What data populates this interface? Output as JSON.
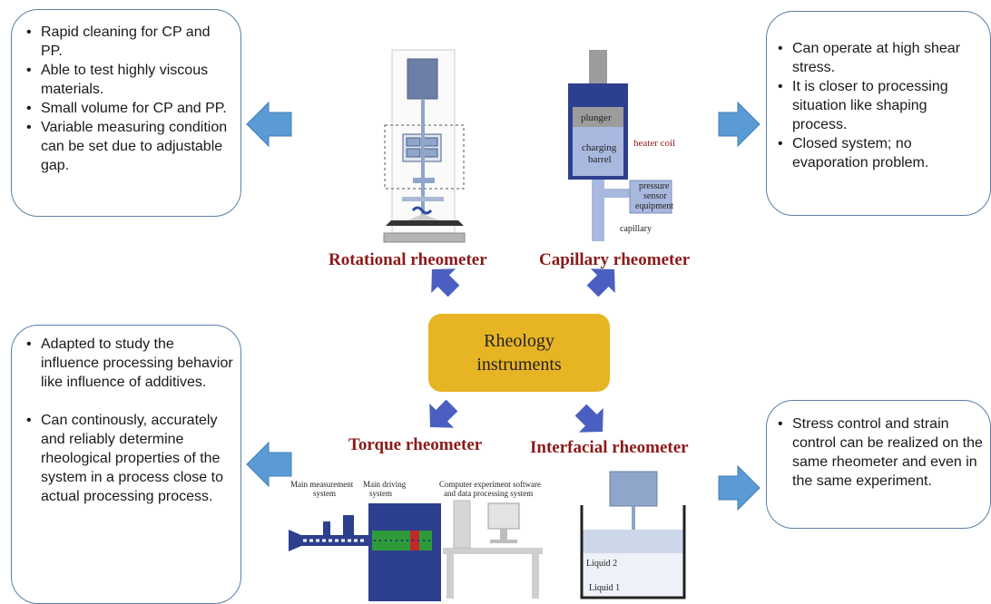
{
  "center": {
    "line1": "Rheology",
    "line2": "instruments"
  },
  "instruments": {
    "rotational": "Rotational rheometer",
    "capillary": "Capillary rheometer",
    "torque": "Torque rheometer",
    "interfacial": "Interfacial rheometer"
  },
  "boxes": {
    "top_left": [
      "Rapid cleaning for CP and PP.",
      "Able to test highly viscous materials.",
      "Small volume for CP and PP.",
      "Variable measuring condition can be set due to adjustable gap."
    ],
    "top_right": [
      "Can operate at high shear stress.",
      "It is closer to processing situation like shaping process.",
      "Closed system; no evaporation problem."
    ],
    "bottom_left": [
      "Adapted to study the influence processing behavior like influence of additives.",
      "Can continously, accurately and reliably determine rheological properties of the system in a process close to actual processing process."
    ],
    "bottom_right": [
      "Stress control and strain control can be realized on the same rheometer and even in the same experiment."
    ]
  },
  "capillary_labels": {
    "plunger": "plunger",
    "heater": "heater coil",
    "charging1": "charging",
    "charging2": "barrel",
    "pressure1": "pressure",
    "pressure2": "sensor",
    "pressure3": "equipment",
    "capillary": "capillary"
  },
  "torque_labels": {
    "measurement1": "Main measurement",
    "measurement2": "system",
    "driving1": "Main driving",
    "driving2": "system",
    "computer1": "Computer experiment software",
    "computer2": "and data processing system"
  },
  "interfacial_labels": {
    "liquid2": "Liquid 2",
    "liquid1": "Liquid 1"
  },
  "colors": {
    "arrow_blue": "#5b9bd5",
    "arrow_purple": "#4a5fc1",
    "center_fill": "#e7b424",
    "title_red": "#8b1a1a",
    "box_border": "#5b7fa6"
  }
}
